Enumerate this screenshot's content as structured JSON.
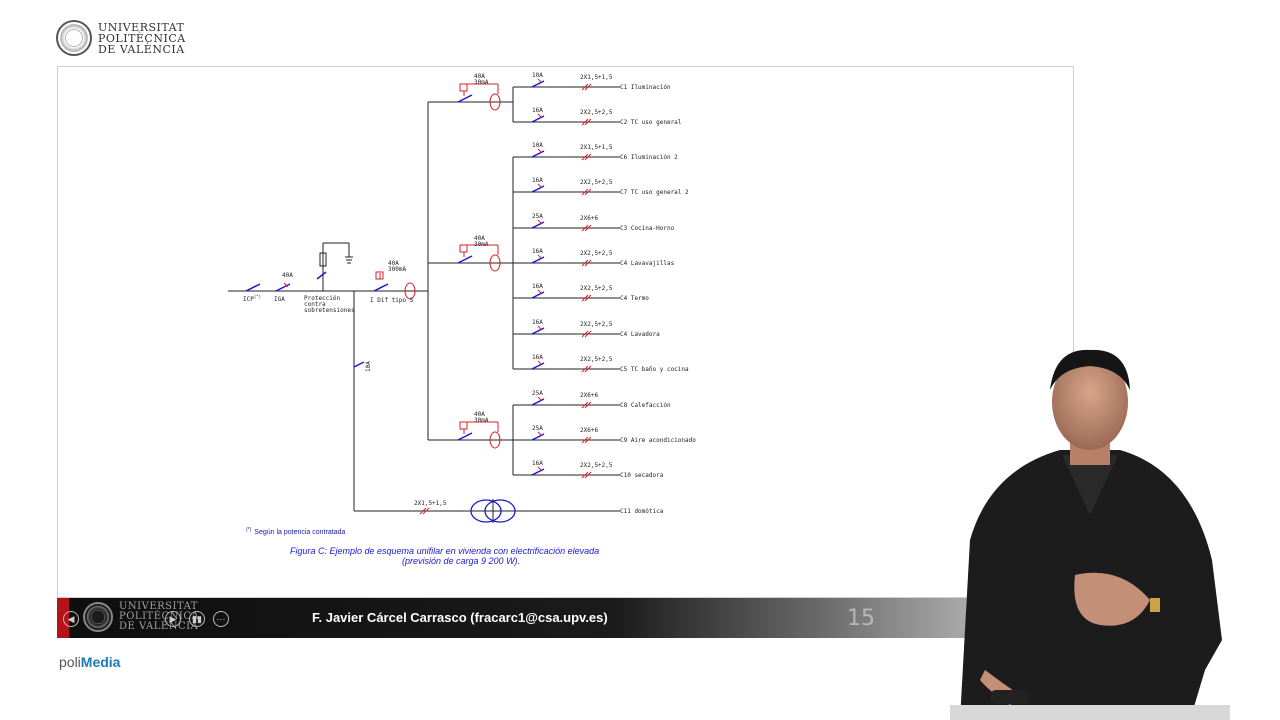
{
  "header": {
    "logo_lines": [
      "UNIVERSITAT",
      "POLITÈCNICA",
      "DE VALÈNCIA"
    ]
  },
  "slide": {
    "number": "15",
    "main_labels": {
      "icp": "ICP",
      "icp_sup": "(*)",
      "iga": "IGA",
      "iga_rating": "40A",
      "surge_line1": "Protección",
      "surge_line2": "contra",
      "surge_line3": "sobretensiones",
      "idif_rating1": "40A",
      "idif_rating2": "300mA",
      "idif_label": "I Dif tipo S",
      "rcd_rating1": "40A",
      "rcd_rating2": "30mA",
      "branch_rating": "10A"
    },
    "circuits": [
      {
        "breaker": "10A",
        "cable": "2X1,5+1,5",
        "name": "C1 Iluminación"
      },
      {
        "breaker": "16A",
        "cable": "2X2,5+2,5",
        "name": "C2 TC uso general"
      },
      {
        "breaker": "10A",
        "cable": "2X1,5+1,5",
        "name": "C6 Iluminación 2"
      },
      {
        "breaker": "16A",
        "cable": "2X2,5+2,5",
        "name": "C7 TC uso general 2"
      },
      {
        "breaker": "25A",
        "cable": "2X6+6",
        "name": "C3 Cocina-Horno"
      },
      {
        "breaker": "16A",
        "cable": "2X2,5+2,5",
        "name": "C4 Lavavajillas"
      },
      {
        "breaker": "16A",
        "cable": "2X2,5+2,5",
        "name": "C4 Termo"
      },
      {
        "breaker": "16A",
        "cable": "2X2,5+2,5",
        "name": "C4 Lavadora"
      },
      {
        "breaker": "16A",
        "cable": "2X2,5+2,5",
        "name": "C5 TC baño y cocina"
      },
      {
        "breaker": "25A",
        "cable": "2X6+6",
        "name": "C8 Calefacción"
      },
      {
        "breaker": "25A",
        "cable": "2X6+6",
        "name": "C9 Aire acondicionado"
      },
      {
        "breaker": "16A",
        "cable": "2X2,5+2,5",
        "name": "C10 secadora"
      }
    ],
    "c11": {
      "cable": "2X1,5+1,5",
      "name": "C11 domótica"
    },
    "note": "Según la potencia contratada",
    "note_sup": "(*)",
    "caption_line1": "Figura C: Ejemplo de esquema unifilar en vivienda con electrificación elevada",
    "caption_line2": "(previsión de carga 9 200 W)."
  },
  "bottom_bar": {
    "author": "F. Javier Cárcel Carrasco (fracarc1@csa.upv.es)",
    "controls": [
      "◀",
      "▶",
      "▮▮",
      "⋯"
    ]
  },
  "footer": {
    "brand_part1": "poli",
    "brand_part2": "Media"
  },
  "colors": {
    "accent_red": "#b5121b",
    "brand_blue": "#1a7ab5",
    "diagram_red": "#d8202a",
    "caption_blue": "#1a1ad0"
  }
}
